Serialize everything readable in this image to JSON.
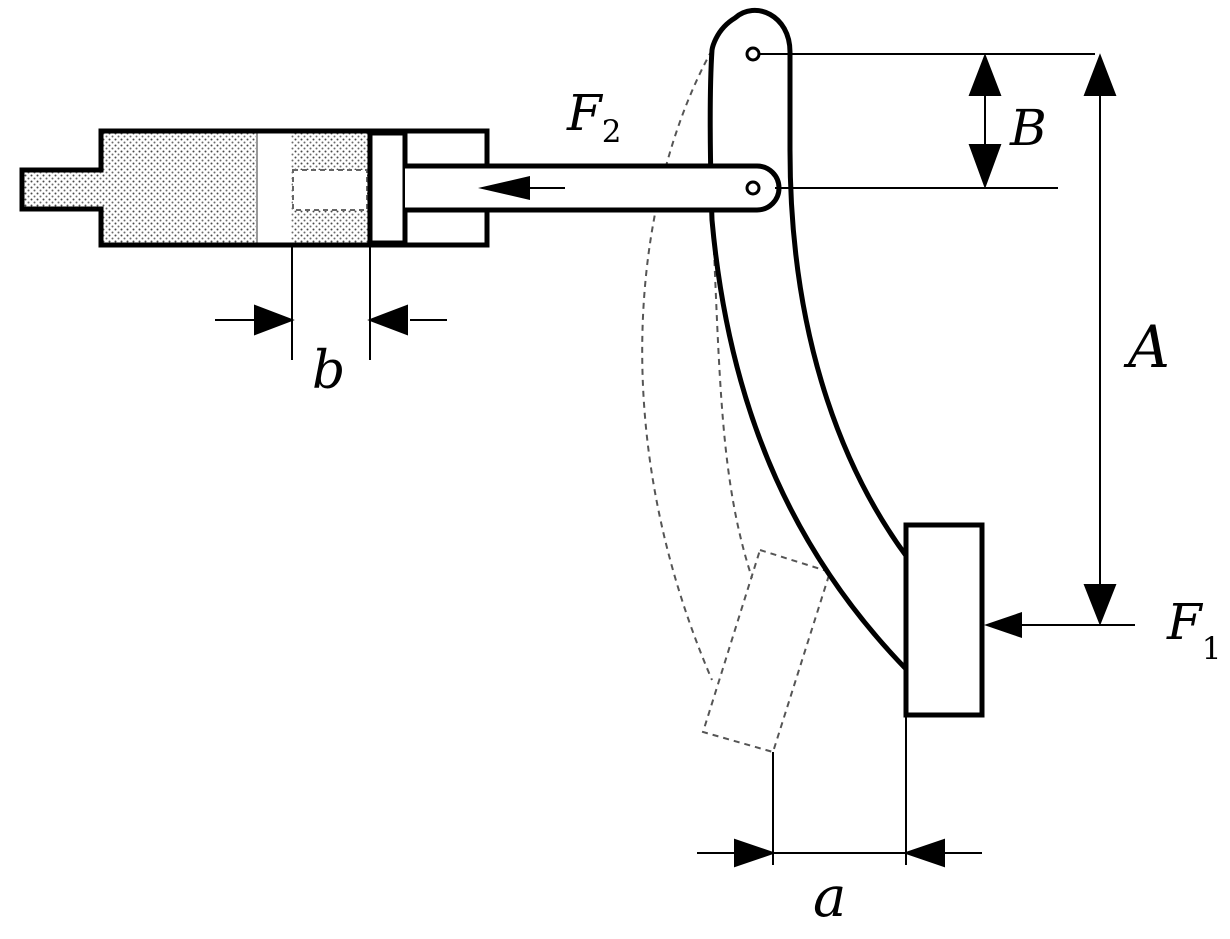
{
  "diagram": {
    "labels": {
      "F2": {
        "main": "F",
        "sub": "2"
      },
      "F1": {
        "main": "F",
        "sub": "1"
      },
      "A": "A",
      "B": "B",
      "a": "a",
      "b": "b"
    },
    "colors": {
      "stroke": "#000000",
      "fill": "#ffffff",
      "fluid_dots": "#555555"
    }
  }
}
